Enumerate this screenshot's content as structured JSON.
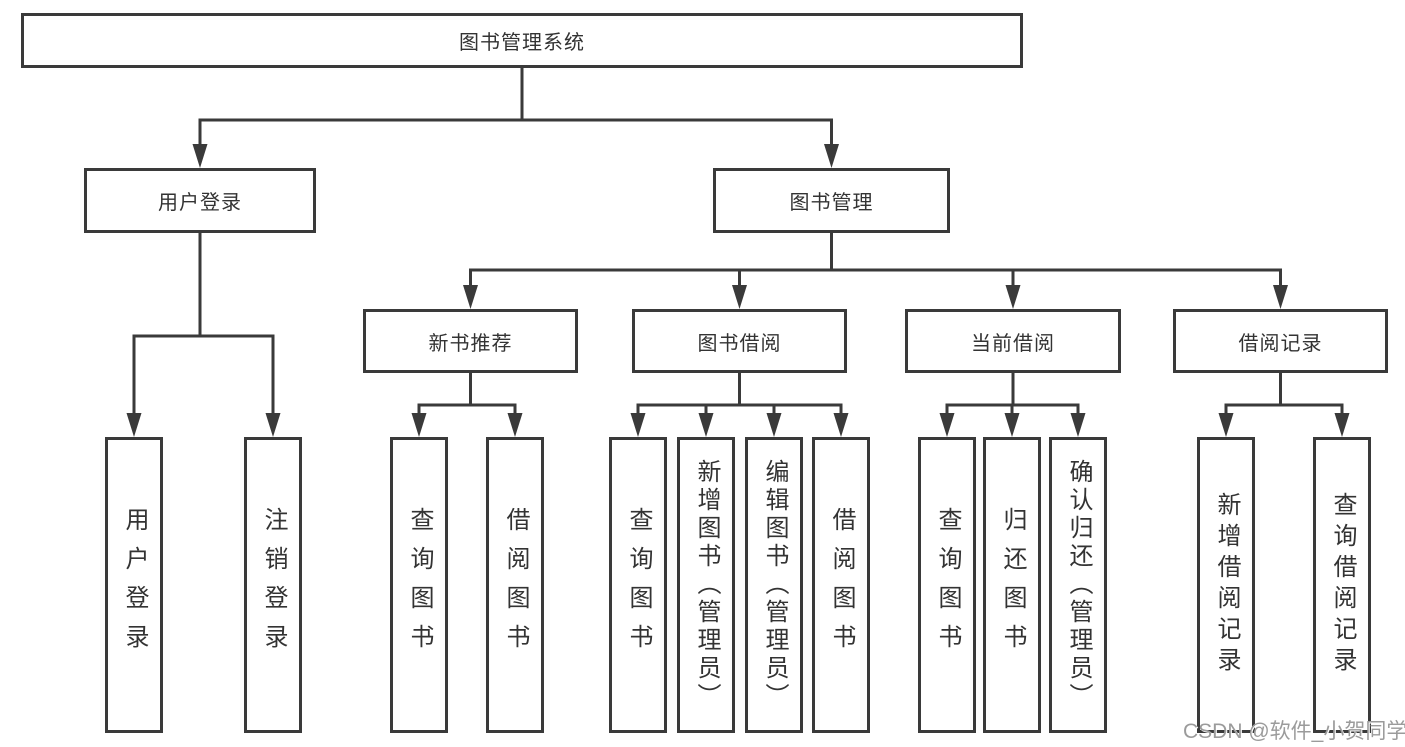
{
  "tree": {
    "root": "图书管理系统",
    "children": [
      {
        "label": "用户登录",
        "leaves": [
          "用户登录",
          "注销登录"
        ]
      },
      {
        "label": "图书管理",
        "children": [
          {
            "label": "新书推荐",
            "leaves": [
              "查询图书",
              "借阅图书"
            ]
          },
          {
            "label": "图书借阅",
            "leaves": [
              "查询图书",
              "新增图书（管理员）",
              "编辑图书（管理员）",
              "借阅图书"
            ]
          },
          {
            "label": "当前借阅",
            "leaves": [
              "查询图书",
              "归还图书",
              "确认归还（管理员）"
            ]
          },
          {
            "label": "借阅记录",
            "leaves": [
              "新增借阅记录",
              "查询借阅记录"
            ]
          }
        ]
      }
    ]
  },
  "watermark": {
    "text": "CSDN @软件_小贺同学"
  },
  "colors": {
    "line": "#3a3a3a",
    "box_border": "#3a3a3a",
    "box_background": "#ffffff",
    "text": "#333333",
    "watermark": "#9b9b9b",
    "background": "#ffffff"
  }
}
